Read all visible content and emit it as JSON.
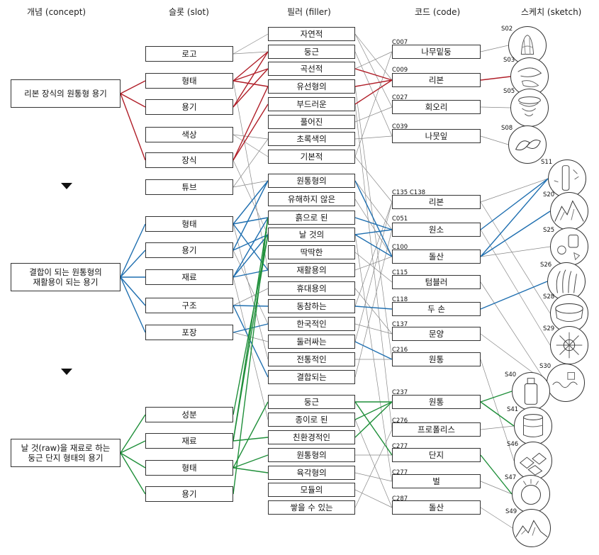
{
  "headers": {
    "concept": "개념 (concept)",
    "slot": "슬롯 (slot)",
    "filler": "필러 (filler)",
    "code": "코드 (code)",
    "sketch": "스케치 (sketch)"
  },
  "colors": {
    "group1": "#b01e28",
    "group2": "#1f6fb0",
    "group3": "#1f8f3a",
    "gray": "#888888"
  },
  "concepts": [
    "리본 장식의 원통형 용기",
    "결합이 되는 원통형의\n재활용이 되는 용기",
    "날 것(raw)을 재료로 하는\n둥근 단지 형태의 용기"
  ],
  "slots": [
    "로고",
    "형태",
    "용기",
    "색상",
    "장식",
    "튜브",
    "형태",
    "용기",
    "재료",
    "구조",
    "포장",
    "성분",
    "재료",
    "형태",
    "용기"
  ],
  "fillers": [
    "자연적",
    "둥근",
    "곡선적",
    "유선형의",
    "부드러운",
    "풀어진",
    "초록색의",
    "기본적",
    "원통형의",
    "유해하지 않은",
    "흙으로 된",
    "날 것의",
    "딱딱한",
    "재활용의",
    "휴대용의",
    "동참하는",
    "한국적인",
    "둘러싸는",
    "전통적인",
    "결합되는",
    "둥근",
    "종이로 된",
    "친환경적인",
    "원통형의",
    "육각형의",
    "모듈의",
    "쌓을 수 있는"
  ],
  "codes": [
    {
      "id": "C007",
      "label": "나무밑둥"
    },
    {
      "id": "C009",
      "label": "리본"
    },
    {
      "id": "C027",
      "label": "회오리"
    },
    {
      "id": "C039",
      "label": "나뭇잎"
    },
    {
      "id": "C135  C138",
      "label": "리본"
    },
    {
      "id": "C051",
      "label": "원소"
    },
    {
      "id": "C100",
      "label": "돌산"
    },
    {
      "id": "C115",
      "label": "텀블러"
    },
    {
      "id": "C118",
      "label": "두 손"
    },
    {
      "id": "C137",
      "label": "문양"
    },
    {
      "id": "C216",
      "label": "원통"
    },
    {
      "id": "C237",
      "label": "원통"
    },
    {
      "id": "C276",
      "label": "프로폴리스"
    },
    {
      "id": "C277",
      "label": "단지"
    },
    {
      "id": "C277",
      "label": "벌"
    },
    {
      "id": "C287",
      "label": "돌산"
    }
  ],
  "sketches": [
    "S02",
    "S03",
    "S05",
    "S08",
    "S11",
    "S20",
    "S25",
    "S26",
    "S28",
    "S29",
    "S30",
    "S40",
    "S41",
    "S46",
    "S47",
    "S49"
  ]
}
